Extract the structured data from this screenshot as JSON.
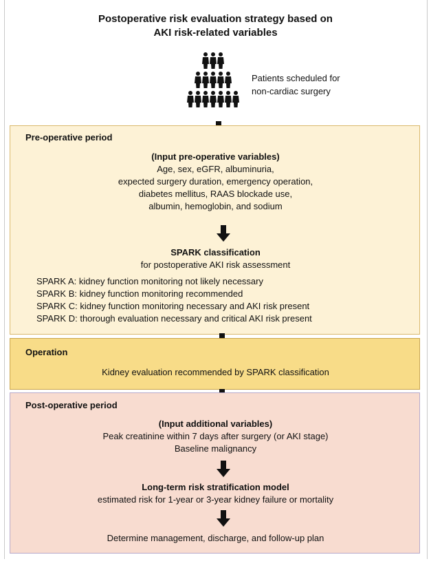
{
  "title": {
    "line1": "Postoperative risk evaluation strategy based on",
    "line2": "AKI risk-related  variables"
  },
  "patients": {
    "icon": "people-group-icon",
    "line1": "Patients scheduled for",
    "line2": "non-cardiac surgery"
  },
  "colors": {
    "preop_fill": "#fdf2d6",
    "operation_fill": "#f8dc88",
    "postop_fill": "#f8dcd0",
    "arrow": "#111111"
  },
  "preop": {
    "heading": "Pre-operative period",
    "input_title": "(Input pre-operative variables)",
    "input_lines": [
      "Age, sex, eGFR, albuminuria,",
      "expected surgery duration, emergency operation,",
      "diabetes mellitus, RAAS blockade use,",
      "albumin, hemoglobin, and sodium"
    ],
    "spark_title": "SPARK classification",
    "spark_subtitle": "for postoperative AKI risk assessment",
    "spark_items": [
      "SPARK A: kidney function monitoring not likely necessary",
      "SPARK B: kidney function monitoring recommended",
      "SPARK C: kidney function monitoring necessary and AKI risk present",
      "SPARK D: thorough evaluation necessary and critical AKI risk present"
    ]
  },
  "operation": {
    "heading": "Operation",
    "text": "Kidney evaluation recommended by SPARK classification"
  },
  "postop": {
    "heading": "Post-operative period",
    "input_title": "(Input additional variables)",
    "input_lines": [
      "Peak creatinine within 7 days after surgery (or AKI stage)",
      "Baseline malignancy"
    ],
    "model_title": "Long-term risk stratification model",
    "model_subtitle": "estimated risk for 1-year or 3-year kidney failure or mortality",
    "final": "Determine management, discharge, and follow-up plan"
  }
}
